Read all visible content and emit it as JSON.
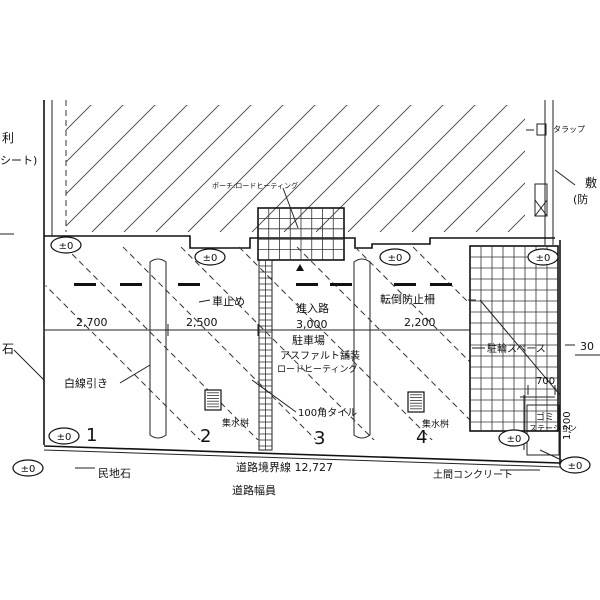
{
  "labels": {
    "top_left_1": "利",
    "top_left_2": "シート)",
    "top_left_3": "石",
    "right_1": "敷",
    "right_2": "(防",
    "right_3": "30",
    "tarap": "タラップ",
    "porch": "ポーチ:ロードヒーティング",
    "level": "±0",
    "kuruma_dome": "車止め",
    "shinyuro": "進入路",
    "shinyuro_width": "3,000",
    "tentou": "転倒防止柵",
    "dim_2700": "2,700",
    "dim_2500": "2,500",
    "dim_2200": "2,200",
    "parking_1": "駐車場",
    "parking_2": "アスファルト舗装",
    "parking_3": "ロードヒーティング",
    "churin": "駐輪スペース",
    "hakusen": "白線引き",
    "tile": "100角タイル",
    "shusui_1": "集水桝",
    "shusui_2": "集水桝",
    "dim_700": "700",
    "dim_1200": "1,200",
    "gomi_1": "ゴミ",
    "gomi_2": "ステーション",
    "space_1": "1",
    "space_2": "2",
    "space_3": "3",
    "space_4": "4",
    "boundary": "道路境界線 12,727",
    "minchi": "民地石",
    "doma": "土間コンクリート",
    "road_width": "道路幅員"
  }
}
